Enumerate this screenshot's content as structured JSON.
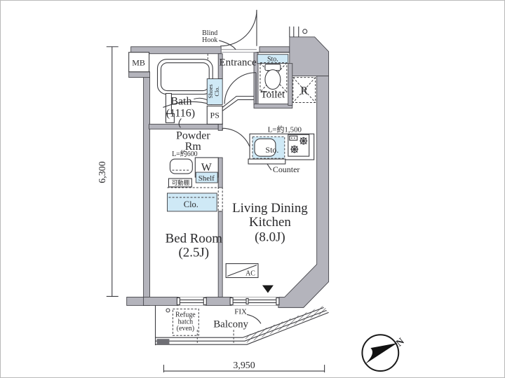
{
  "floor_plan": {
    "rooms": {
      "entrance": "Entrance",
      "toilet": "Toilet",
      "bath": "Bath",
      "bath_size": "(1116)",
      "powder_line1": "Powder",
      "powder_line2": "Rm",
      "ldk_line1": "Living Dining",
      "ldk_line2": "Kitchen",
      "ldk_size": "(8.0J)",
      "bedroom": "Bed Room",
      "bedroom_size": "(2.5J)",
      "balcony": "Balcony"
    },
    "features": {
      "mb": "MB",
      "ps": "PS",
      "refrigerator": "R",
      "washer": "W",
      "shelf": "Shelf",
      "movable_shelf": "可動棚",
      "closet": "Clo.",
      "shoes_line1": "Shoes",
      "shoes_line2": "Clo.",
      "storage_toilet": "Sto.",
      "storage_kitchen": "Sto.",
      "counter": "Counter",
      "ac": "AC",
      "fix_window": "FIX",
      "blind_line1": "Blind",
      "blind_line2": "Hook",
      "refuge_line1": "Refuge",
      "refuge_line2": "hatch",
      "refuge_line3": "(even)",
      "kitchen_length": "L=約1,500",
      "powder_length": "L=約600"
    },
    "dimensions": {
      "height_mm": "6,300",
      "width_mm": "3,950"
    },
    "compass": {
      "north": "N"
    },
    "colors": {
      "wall": "#b4b4bc",
      "highlight": "#cfe9f6",
      "line": "#3c3c40"
    }
  }
}
